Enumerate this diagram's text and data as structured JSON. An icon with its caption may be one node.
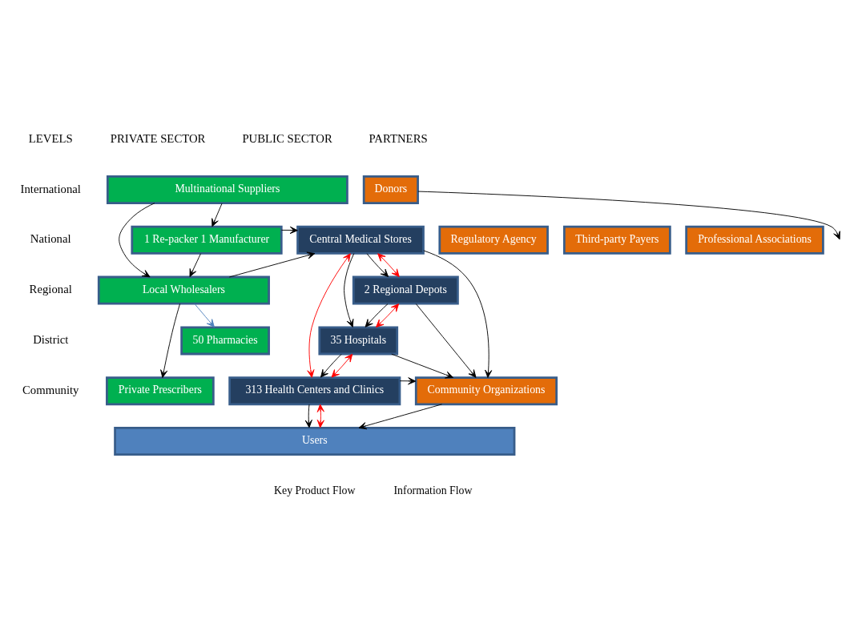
{
  "diagram": {
    "nodes": [
      {
        "text": [
          "Multinational Suppliers"
        ]
      },
      {
        "text": [
          "Donors"
        ]
      },
      {
        "text": [
          "1 Re-packer 1 Manufacturer"
        ]
      },
      {
        "text": [
          "Central Medical Stores"
        ]
      },
      {
        "text": [
          "Regulatory Agency"
        ]
      },
      {
        "text": [
          "Third-party Payers"
        ]
      },
      {
        "text": [
          "Professional Associations"
        ]
      },
      {
        "text": [
          "Local Wholesalers"
        ]
      },
      {
        "text": [
          "2 Regional Depots"
        ]
      },
      {
        "text": [
          "50 Pharmacies"
        ]
      },
      {
        "text": [
          "35 Hospitals"
        ]
      },
      {
        "text": [
          "Private Prescribers"
        ]
      },
      {
        "text": [
          "313 Health Centers and Clinics"
        ]
      },
      {
        "text": [
          "Community Organizations"
        ]
      },
      {
        "text": [
          "Users"
        ]
      }
    ],
    "edges": [
      {
        "from": 0,
        "to": 2,
        "arrow": "to"
      },
      {
        "from": 0,
        "to": 7,
        "arrow": "to"
      },
      {
        "from": 1,
        "to": null,
        "arrow": "to"
      },
      {
        "from": 2,
        "to": 3,
        "arrow": "to"
      },
      {
        "from": 2,
        "to": 7,
        "arrow": "to"
      },
      {
        "from": 7,
        "to": 3,
        "arrow": "to"
      },
      {
        "from": 3,
        "to": 8,
        "arrow": "to"
      },
      {
        "from": 3,
        "to": 8,
        "arrow": "both",
        "color": "#ff0000"
      },
      {
        "from": 3,
        "to": 10,
        "arrow": "to"
      },
      {
        "from": 3,
        "to": 12,
        "arrow": "both",
        "color": "#ff0000"
      },
      {
        "from": 3,
        "to": 13,
        "arrow": "to"
      },
      {
        "from": 7,
        "to": 11,
        "arrow": "to"
      },
      {
        "from": 7,
        "to": 9,
        "arrow": "to",
        "color": "#4f81bd"
      },
      {
        "from": 8,
        "to": 10,
        "arrow": "to"
      },
      {
        "from": 8,
        "to": 10,
        "arrow": "both",
        "color": "#ff0000"
      },
      {
        "from": 8,
        "to": 13,
        "arrow": "to"
      },
      {
        "from": 10,
        "to": 12,
        "arrow": "to"
      },
      {
        "from": 10,
        "to": 12,
        "arrow": "both",
        "color": "#ff0000"
      },
      {
        "from": 10,
        "to": 13,
        "arrow": "to"
      },
      {
        "from": 12,
        "to": 13,
        "arrow": "to"
      },
      {
        "from": 12,
        "to": 14,
        "arrow": "to"
      },
      {
        "from": 12,
        "to": 14,
        "arrow": "both",
        "color": "#ff0000"
      },
      {
        "from": 13,
        "to": 14,
        "arrow": "to"
      }
    ],
    "labels": [
      "LEVELS",
      "PRIVATE SECTOR",
      "PUBLIC SECTOR",
      "PARTNERS",
      "International",
      "National",
      "Regional",
      "District",
      "Community"
    ],
    "legend": [
      {
        "text": "Key Product Flow"
      },
      {
        "text": "Information Flow"
      }
    ]
  }
}
